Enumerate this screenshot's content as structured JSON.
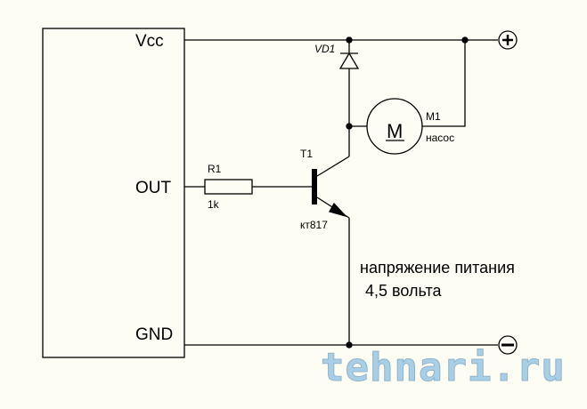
{
  "pins": {
    "vcc": "Vcc",
    "out": "OUT",
    "gnd": "GND"
  },
  "resistor": {
    "name": "R1",
    "value": "1k"
  },
  "transistor": {
    "name": "T1",
    "model": "кт817"
  },
  "diode": {
    "name": "VD1"
  },
  "motor": {
    "name": "M1",
    "desc": "насос",
    "symbol": "M"
  },
  "terminals": {
    "plus": "+",
    "minus": "−"
  },
  "note": {
    "line1": "напряжение питания",
    "line2": "4,5 вольта"
  },
  "watermark": "tehnari.ru"
}
